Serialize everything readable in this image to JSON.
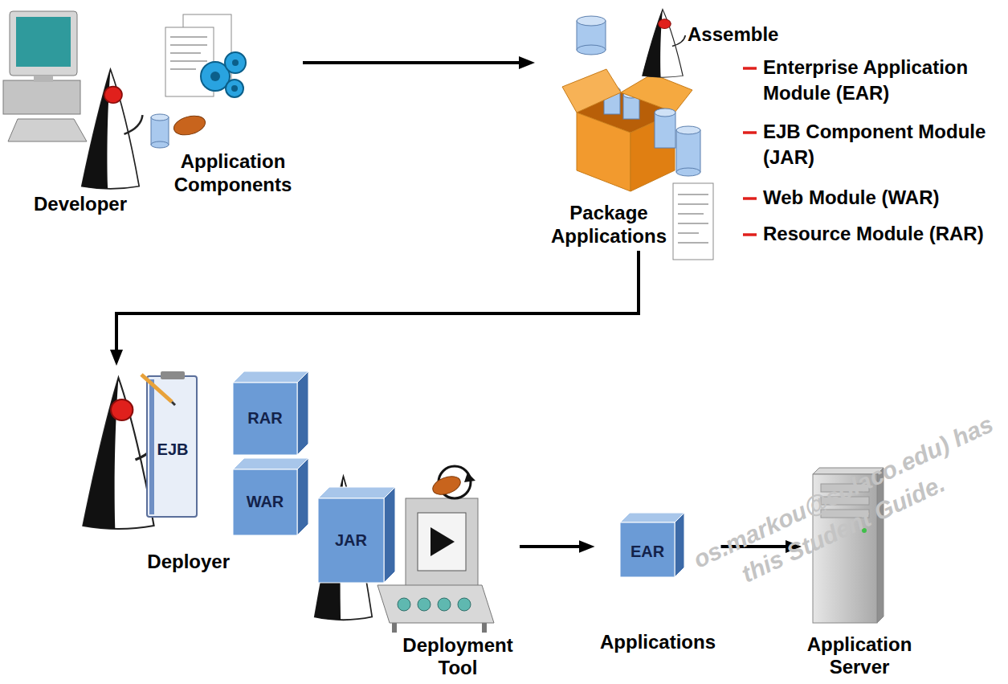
{
  "diagram": {
    "nodes": [
      {
        "text": [
          "Developer"
        ]
      },
      {
        "text": [
          "Application Components"
        ]
      },
      {
        "text": [
          "Package Applications"
        ]
      },
      {
        "text": [
          "Deployer"
        ]
      },
      {
        "text": [
          "EJB"
        ],
        "in": 3
      },
      {
        "text": [
          "RAR"
        ]
      },
      {
        "text": [
          "WAR"
        ]
      },
      {
        "text": [
          "JAR"
        ]
      },
      {
        "text": [
          "Deployment Tool"
        ]
      },
      {
        "text": [
          "EAR",
          "Applications"
        ]
      },
      {
        "text": [
          "Application Server"
        ]
      }
    ],
    "edges": [
      {
        "from": 1,
        "to": 2,
        "arrow": "to"
      },
      {
        "from": 2,
        "to": 3,
        "arrow": "to"
      },
      {
        "from": 8,
        "to": 9,
        "arrow": "to"
      },
      {
        "from": 9,
        "to": 10,
        "arrow": "to"
      }
    ],
    "labels": [
      "Assemble",
      "Enterprise Application Module (EAR)",
      "EJB Component Module (JAR)",
      "Web Module (WAR)",
      "Resource Module (RAR)",
      "os.markou@solaco.edu) has",
      "this Student Guide."
    ]
  }
}
